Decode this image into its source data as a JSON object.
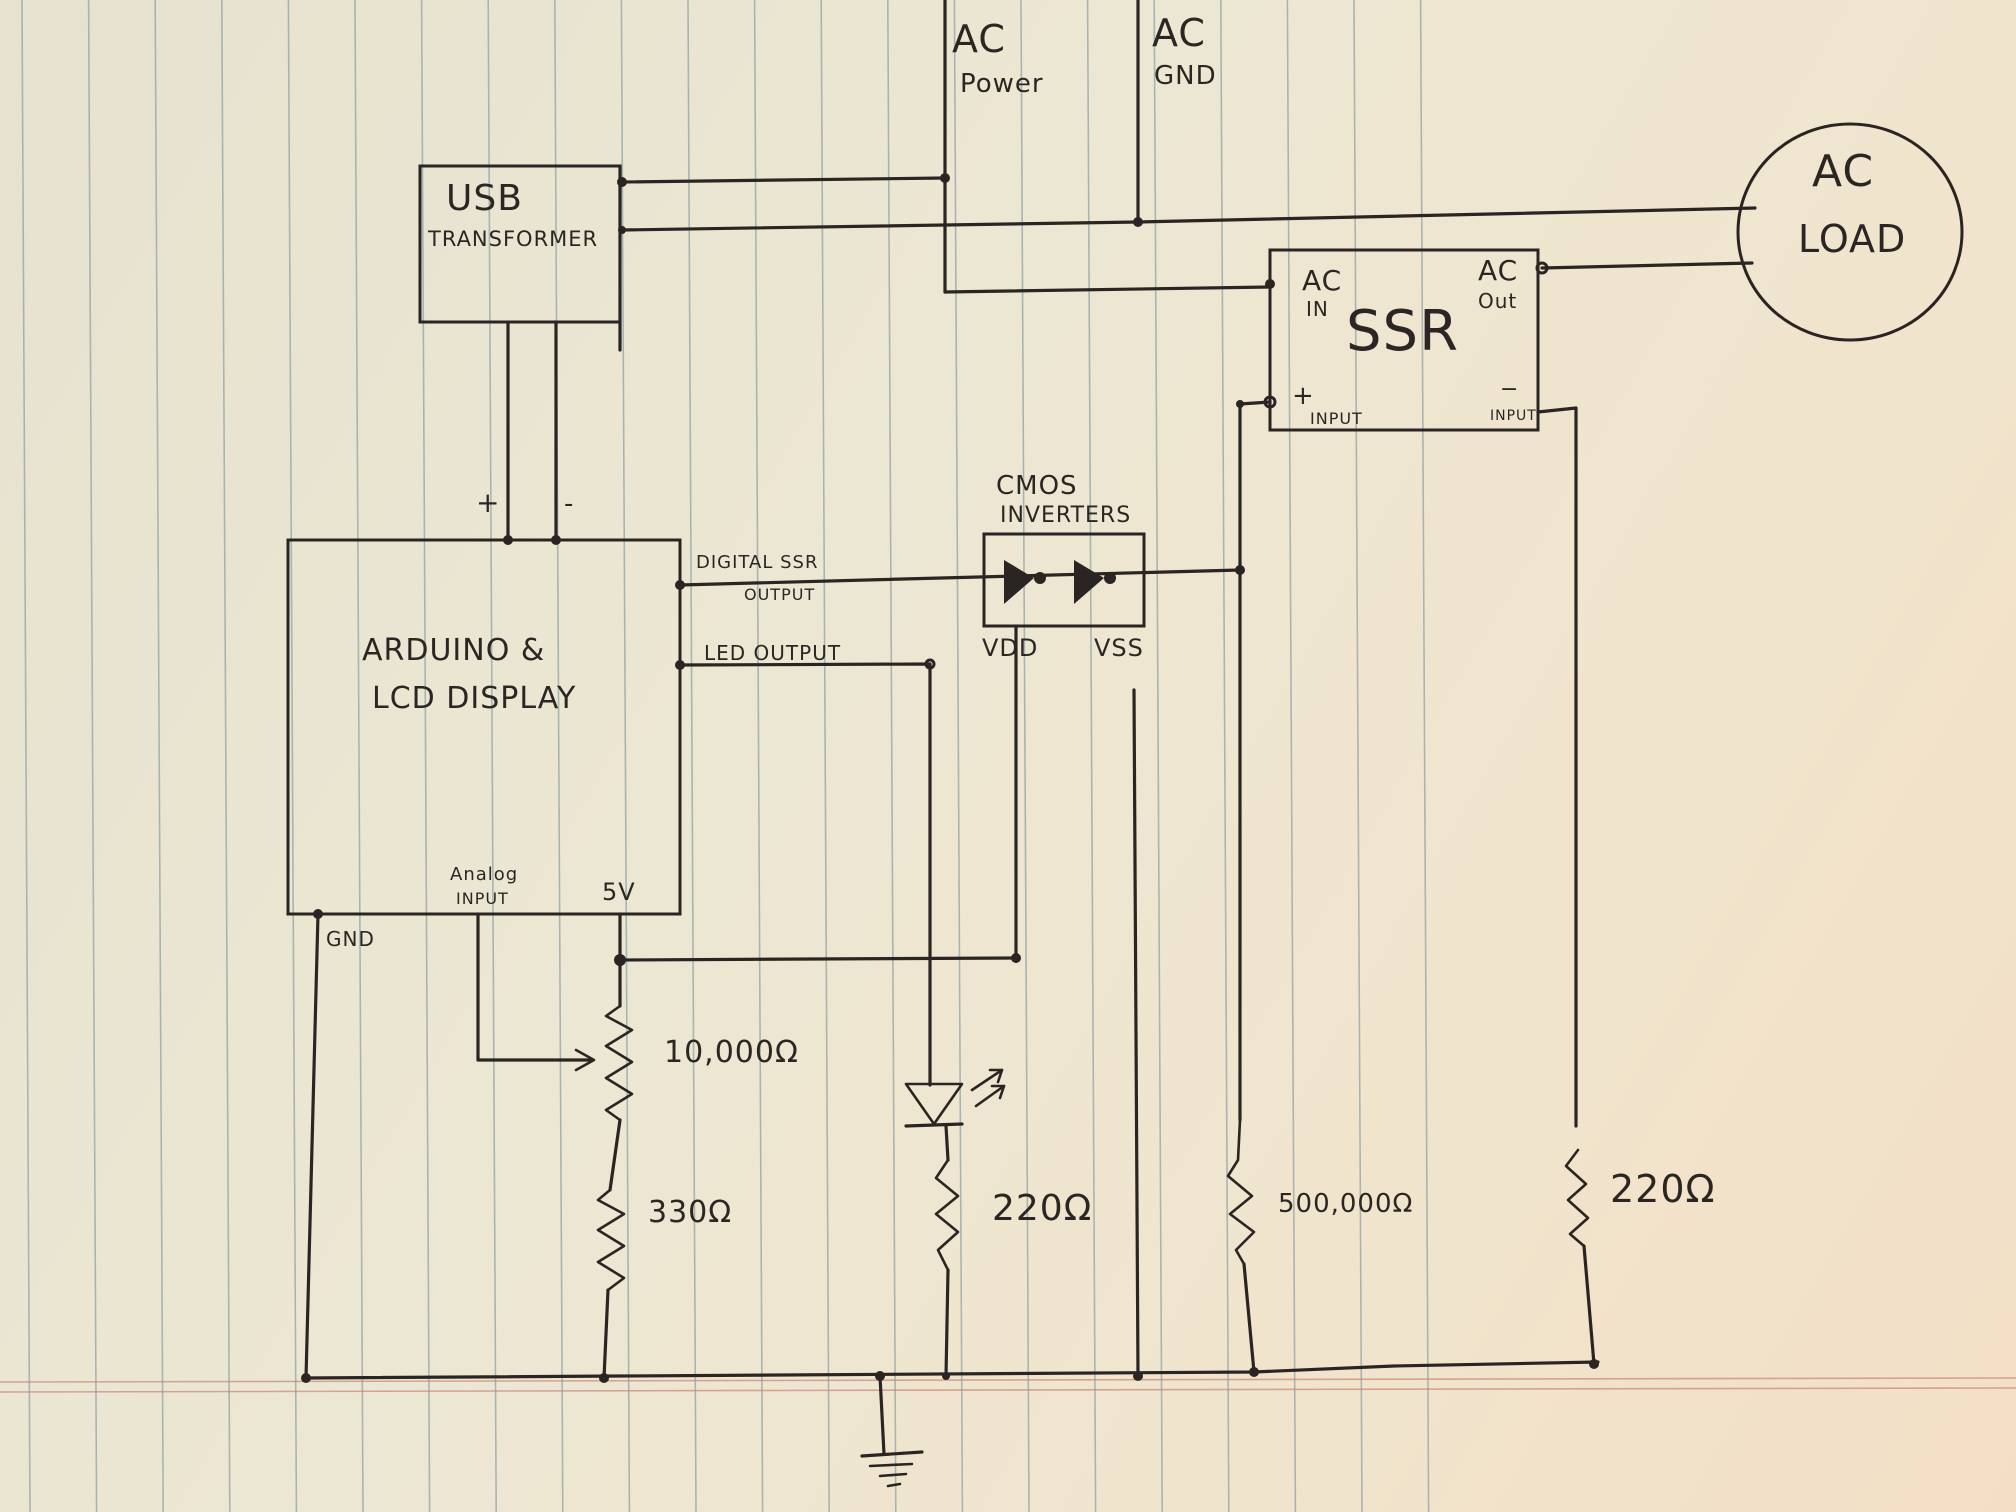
{
  "diagram": {
    "type": "hand-drawn circuit schematic on lined paper",
    "components": {
      "ac_power": {
        "line1": "AC",
        "line2": "Power"
      },
      "ac_gnd": {
        "line1": "AC",
        "line2": "GND"
      },
      "usb_transformer": {
        "line1": "USB",
        "line2": "TRANSFORMER"
      },
      "ac_load": {
        "line1": "AC",
        "line2": "LOAD"
      },
      "ssr": {
        "title": "SSR",
        "ac_in_line1": "AC",
        "ac_in_line2": "IN",
        "ac_out_line1": "AC",
        "ac_out_line2": "Out",
        "plus_sign": "+",
        "plus_input": "INPUT",
        "minus_sign": "−",
        "minus_input": "INPUT"
      },
      "arduino": {
        "line1": "ARDUINO &",
        "line2": "LCD DISPLAY",
        "plus_pin": "+",
        "minus_pin": "-",
        "digital_ssr_output_line1": "DIGITAL SSR",
        "digital_ssr_output_line2": "OUTPUT",
        "led_output": "LED OUTPUT",
        "analog_input_line1": "Analog",
        "analog_input_line2": "INPUT",
        "five_volt": "5V",
        "gnd": "GND"
      },
      "cmos_inverters": {
        "line1": "CMOS",
        "line2": "INVERTERS",
        "vdd": "VDD",
        "vss": "VSS"
      },
      "resistors": [
        {
          "id": "pot",
          "label": "10,000Ω"
        },
        {
          "id": "r330",
          "label": "330Ω"
        },
        {
          "id": "led_r",
          "label": "220Ω"
        },
        {
          "id": "r500k",
          "label": "500,000Ω"
        },
        {
          "id": "ssr_r",
          "label": "220Ω"
        }
      ],
      "led": {
        "icon": "led-icon"
      },
      "ground": {
        "icon": "ground-icon"
      }
    },
    "colors": {
      "ink": "#2a2522",
      "paper": "#ece7d3",
      "rule_lines": "#93a4a6",
      "margin_line": "#c9867c"
    }
  }
}
